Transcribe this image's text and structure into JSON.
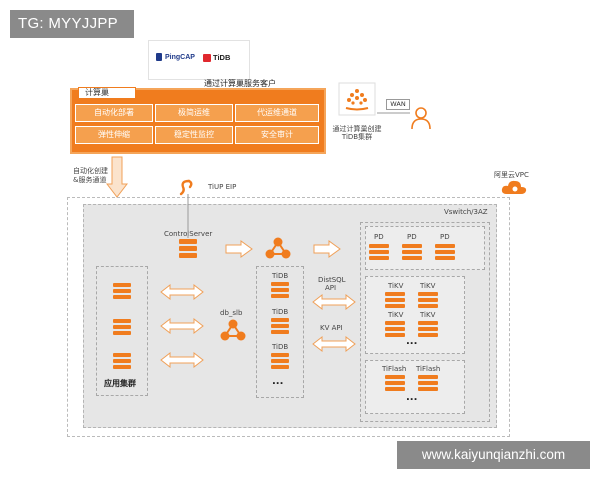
{
  "watermark_top": "TG: MYYJJPP",
  "watermark_bottom": "www.kaiyunqianzhi.com",
  "logos": {
    "pingcap": "PingCAP",
    "tidb": "TiDB"
  },
  "client_label": "通过计算巢服务客户",
  "compute_nest": {
    "title": "计算巢",
    "cells": [
      "自动化部署",
      "极简运维",
      "代运维通道",
      "弹性伸缩",
      "稳定性监控",
      "安全审计"
    ]
  },
  "wan_label": "WAN",
  "client_create_label": [
    "通过计算巢创建",
    "TiDB集群"
  ],
  "auto_create_label": [
    "自动化创建",
    "&服务通道"
  ],
  "tiup_eip": "TiUP EIP",
  "aliyun_vpc": "阿里云VPC",
  "vswitch": "Vswitch/3AZ",
  "control_server": "ControlServer",
  "app_cluster": "应用集群",
  "db_slb": "db_slb",
  "tidb_nodes": [
    "TiDB",
    "TiDB",
    "TiDB"
  ],
  "ellipsis": "...",
  "distsql_api": [
    "DistSQL",
    "API"
  ],
  "kv_api": "KV API",
  "pd_nodes": [
    "PD",
    "PD",
    "PD"
  ],
  "tikv_nodes": [
    "TiKV",
    "TiKV",
    "TiKV",
    "TiKV"
  ],
  "tiflash_nodes": [
    "TiFlash",
    "TiFlash"
  ],
  "colors": {
    "orange": "#f07c1e",
    "light_orange": "#f5a04e",
    "arrow_fill": "#fbe3cc"
  },
  "icons": [
    "pingcap-logo",
    "tidb-logo",
    "alibaba-cloud-logo",
    "person-icon",
    "cloud-icon",
    "tiup-icon",
    "hub-icon",
    "server-icon",
    "double-arrow-icon"
  ]
}
